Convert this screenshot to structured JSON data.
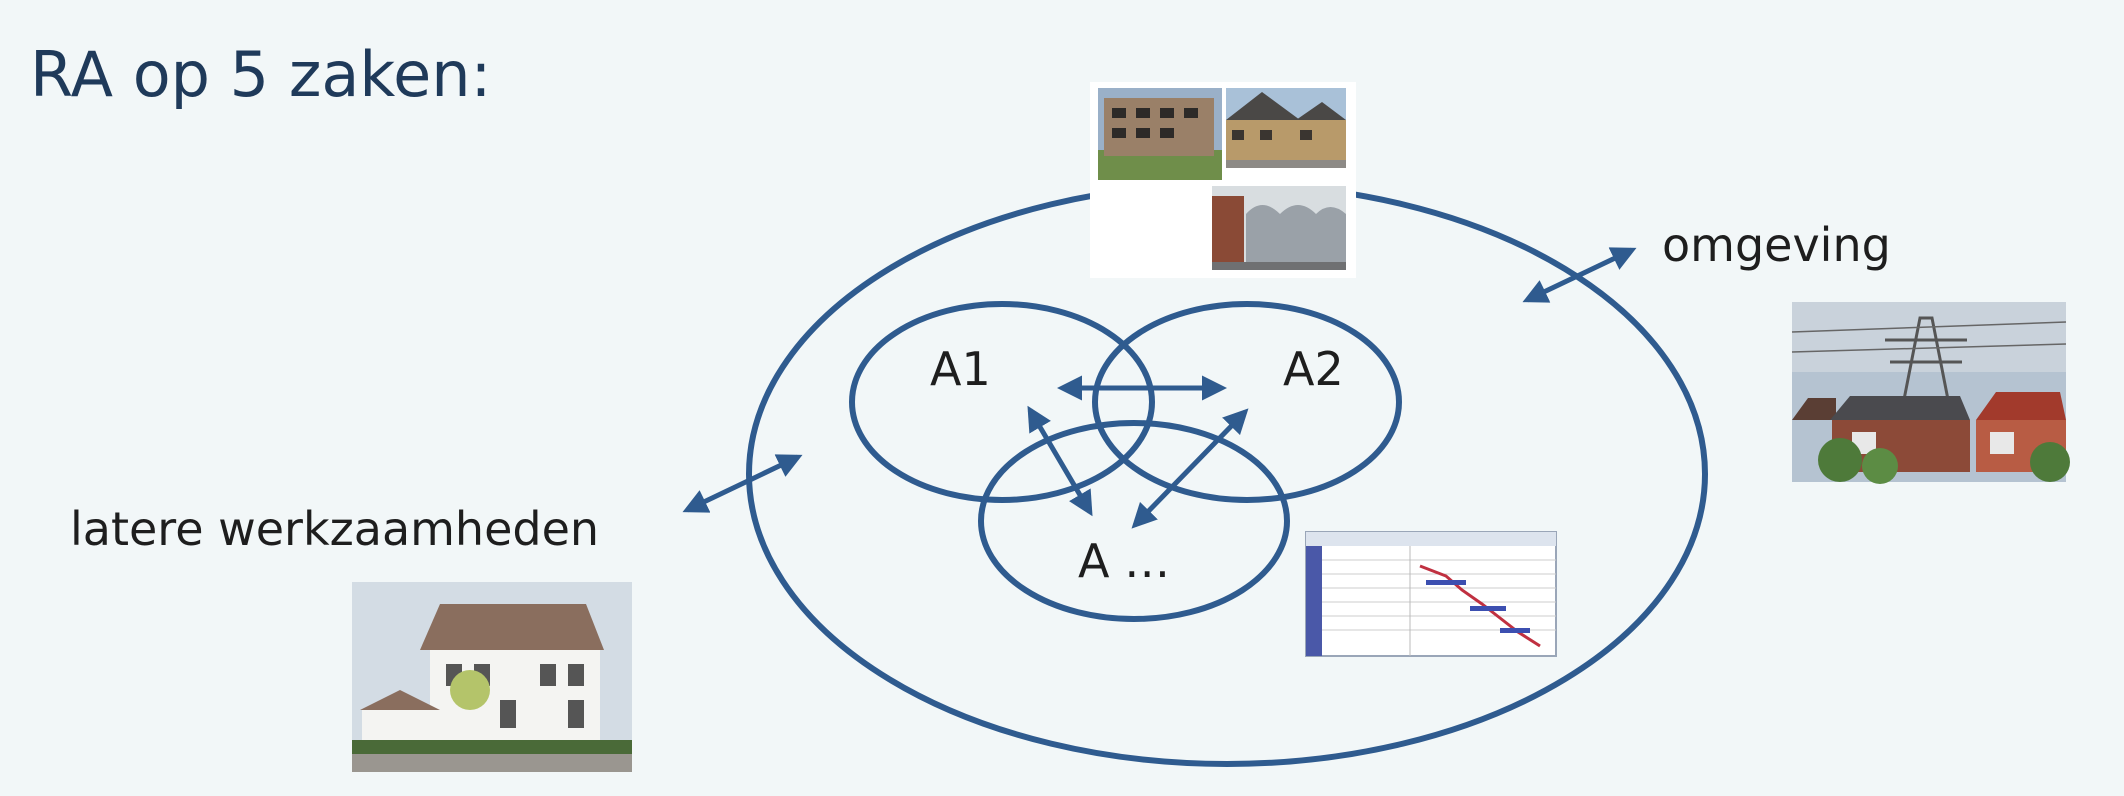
{
  "slide": {
    "title": "RA op 5 zaken:"
  },
  "labels": {
    "a1": "A1",
    "a2": "A2",
    "a_more": "A …",
    "environment": "omgeving",
    "later_work": "latere werkzaamheden"
  },
  "images": {
    "project_photos": "housing-project-photo-collage",
    "environment_photo": "street-with-power-pylon-photo",
    "later_work_photo": "white-house-photo",
    "planning_screenshot": "gantt-planning-screenshot"
  },
  "colors": {
    "diagram_blue": "#2f5b8f",
    "title_text": "#1f3a5a",
    "background": "#f2f7f8"
  }
}
